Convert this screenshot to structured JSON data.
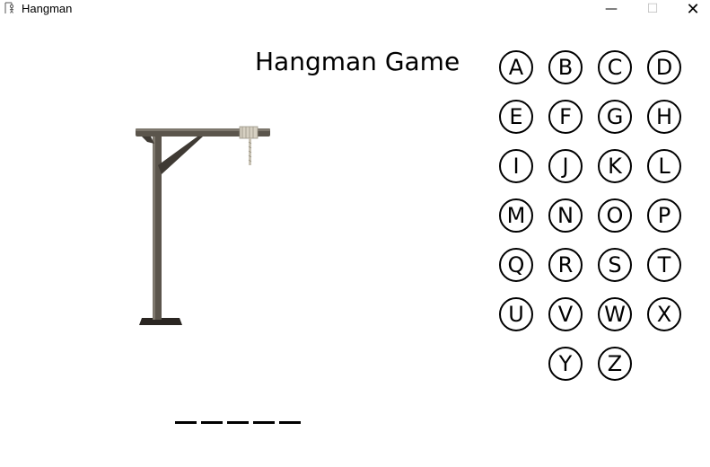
{
  "window": {
    "title": "Hangman",
    "minimize_glyph": "—",
    "maximize_glyph": "☐",
    "close_glyph": "✕"
  },
  "game": {
    "title": "Hangman Game",
    "word_length": 5,
    "wrong_guesses": 0
  },
  "letters": [
    "A",
    "B",
    "C",
    "D",
    "E",
    "F",
    "G",
    "H",
    "I",
    "J",
    "K",
    "L",
    "M",
    "N",
    "O",
    "P",
    "Q",
    "R",
    "S",
    "T",
    "U",
    "V",
    "W",
    "X",
    "Y",
    "Z"
  ],
  "colors": {
    "gallows_wood": "#5b554c",
    "gallows_wood_light": "#7d776d",
    "rope": "#c8c2b4",
    "base": "#2a2622"
  }
}
